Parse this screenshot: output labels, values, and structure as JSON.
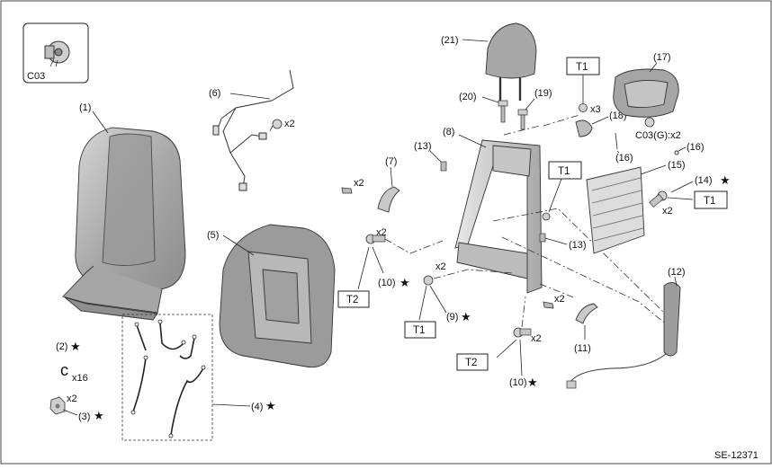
{
  "diagram": {
    "reference": "SE-12371",
    "legend_code": "C03",
    "labels": {
      "p1": "(1)",
      "p2": "(2)",
      "p3": "(3)",
      "p4": "(4)",
      "p5": "(5)",
      "p6": "(6)",
      "p7": "(7)",
      "p8": "(8)",
      "p9": "(9)",
      "p10a": "(10)",
      "p10b": "(10)",
      "p11": "(11)",
      "p12": "(12)",
      "p13a": "(13)",
      "p13b": "(13)",
      "p14": "(14)",
      "p15": "(15)",
      "p16a": "(16)",
      "p16b": "(16)",
      "p17": "(17)",
      "p18": "(18)",
      "p19": "(19)",
      "p20": "(20)",
      "p21": "(21)"
    },
    "quantities": {
      "q_clip16": "x16",
      "q3": "x2",
      "q6": "x2",
      "q7": "x2",
      "q10a": "x2",
      "q9": "x2",
      "q10b": "x2",
      "q11": "x2",
      "q18": "x3",
      "q14": "x2",
      "q17": "C03(G):x2"
    },
    "torque_boxes": {
      "t1_top": "T1",
      "t1_mid": "T1",
      "t1_right": "T1",
      "t1_low": "T1",
      "t2_left": "T2",
      "t2_low": "T2"
    },
    "star_symbol": "★"
  }
}
